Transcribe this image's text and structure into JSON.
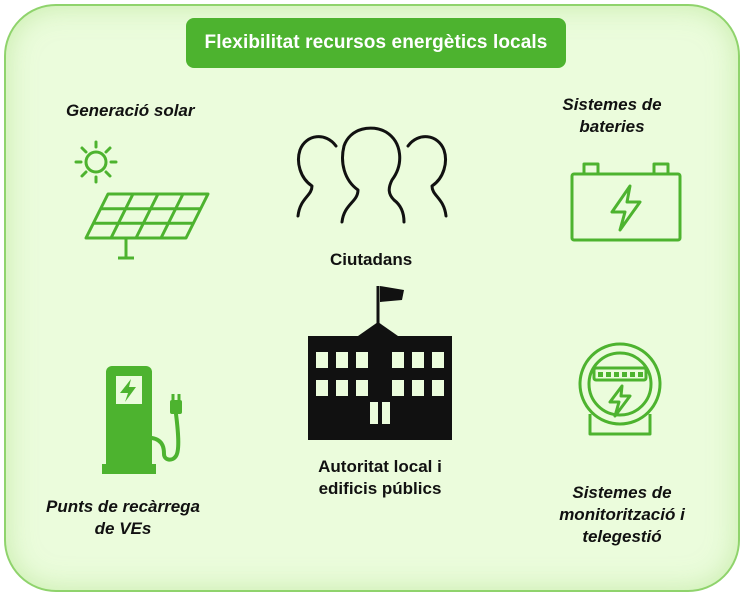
{
  "title": "Flexibilitat recursos energètics locals",
  "colors": {
    "accent": "#4db32f",
    "panel_fill": "#ebfcdc",
    "panel_border": "#8fd36c",
    "icon_dark": "#111111"
  },
  "items": {
    "solar": {
      "label": "Generació solar",
      "icon": "solar-panel-icon"
    },
    "citizens": {
      "label": "Ciutadans",
      "icon": "people-icon"
    },
    "batteries": {
      "line1": "Sistemes de",
      "line2": "bateries",
      "icon": "battery-icon"
    },
    "authority": {
      "line1": "Autoritat local i",
      "line2": "edificis públics",
      "icon": "building-icon"
    },
    "ev": {
      "line1": "Punts de recàrrega",
      "line2": "de VEs",
      "icon": "ev-charger-icon"
    },
    "monitoring": {
      "line1": "Sistemes de",
      "line2": "monitorització i",
      "line3": "telegestió",
      "icon": "smart-meter-icon"
    }
  }
}
